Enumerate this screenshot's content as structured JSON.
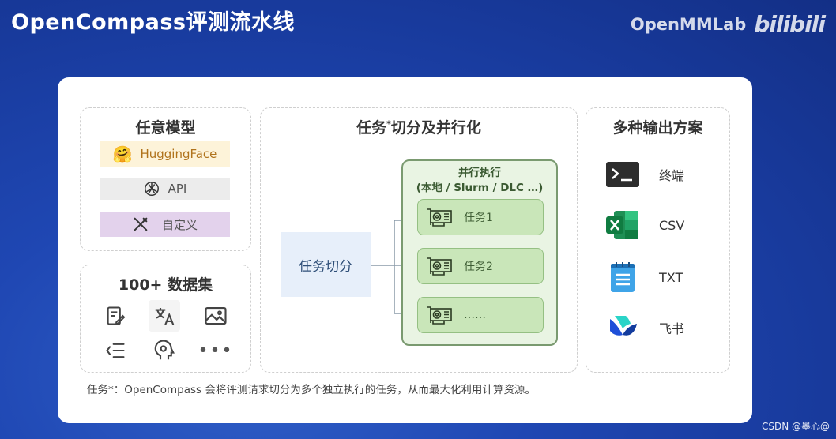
{
  "slide_title": "OpenCompass评测流水线",
  "brand": {
    "name": "OpenMMLab",
    "platform": "bilibili"
  },
  "panels": {
    "models": {
      "title": "任意模型",
      "items": [
        {
          "label": "HuggingFace",
          "icon": "hugging-face-emoji-icon",
          "bg": "#fdf3d9"
        },
        {
          "label": "API",
          "icon": "openai-logo-icon",
          "bg": "#ececec"
        },
        {
          "label": "自定义",
          "icon": "tools-icon",
          "bg": "#e3d2ec"
        }
      ]
    },
    "datasets": {
      "title": "100+ 数据集",
      "icons": [
        "document-edit-icon",
        "translate-icon",
        "image-icon",
        "list-indent-icon",
        "head-brain-icon",
        "more-icon"
      ]
    },
    "pipeline": {
      "title_main": "任务",
      "title_sup": "*",
      "title_rest": "切分及并行化",
      "split_label": "任务切分",
      "exec_title": "并行执行",
      "exec_subtitle": "(本地 / Slurm / DLC …)",
      "tasks": [
        "任务1",
        "任务2",
        "……"
      ]
    },
    "outputs": {
      "title": "多种输出方案",
      "items": [
        {
          "label": "终端",
          "icon": "terminal-icon"
        },
        {
          "label": "CSV",
          "icon": "excel-icon"
        },
        {
          "label": "TXT",
          "icon": "notepad-icon"
        },
        {
          "label": "飞书",
          "icon": "feishu-logo-icon"
        }
      ]
    }
  },
  "footnote": "任务*：OpenCompass 会将评测请求切分为多个独立执行的任务，从而最大化利用计算资源。",
  "watermark": "CSDN @墨心@",
  "colors": {
    "background": "#1f47b3",
    "split": "#e7effa",
    "exec": "#e9f4e3",
    "task": "#c9e6b9"
  }
}
